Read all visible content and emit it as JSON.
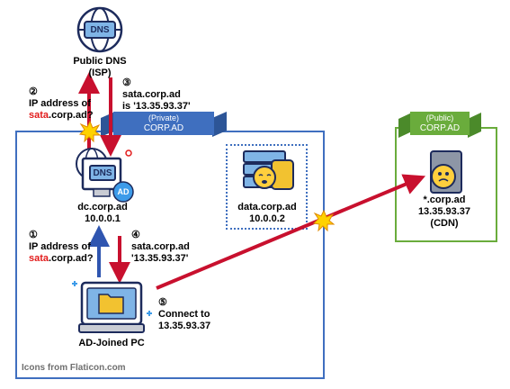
{
  "nodes": {
    "public_dns": {
      "line1": "Public DNS",
      "line2": "(ISP)",
      "icon_text": "DNS"
    },
    "dc": {
      "name": "dc.corp.ad",
      "ip": "10.0.0.1",
      "icon_text": "DNS",
      "badge": "AD"
    },
    "data": {
      "name": "data.corp.ad",
      "ip": "10.0.0.2"
    },
    "cdn": {
      "name": "*.corp.ad",
      "ip": "13.35.93.37",
      "note": "(CDN)"
    },
    "pc": {
      "name": "AD-Joined PC"
    }
  },
  "zones": {
    "private": {
      "tag": "(Private)",
      "name": "CORP.AD",
      "color": "#3f6fbf"
    },
    "public": {
      "tag": "(Public)",
      "name": "CORP.AD",
      "color": "#6aac3c"
    }
  },
  "steps": {
    "s1": {
      "num": "①",
      "line1": "IP address of",
      "highlight": "sata",
      "rest": ".corp.ad?"
    },
    "s2": {
      "num": "②",
      "line1": "IP address of",
      "highlight": "sata",
      "rest": ".corp.ad?"
    },
    "s3": {
      "num": "③",
      "line1": "sata.corp.ad",
      "line2": "is '13.35.93.37'"
    },
    "s4": {
      "num": "④",
      "line1": "sata.corp.ad",
      "line2": "'13.35.93.37'"
    },
    "s5": {
      "num": "⑤",
      "line1": "Connect to",
      "line2": "13.35.93.37"
    }
  },
  "credit": "Icons from Flaticon.com",
  "colors": {
    "arrow_red": "#c8102e",
    "arrow_blue": "#2f55b0",
    "highlight": "#e21b1b"
  }
}
